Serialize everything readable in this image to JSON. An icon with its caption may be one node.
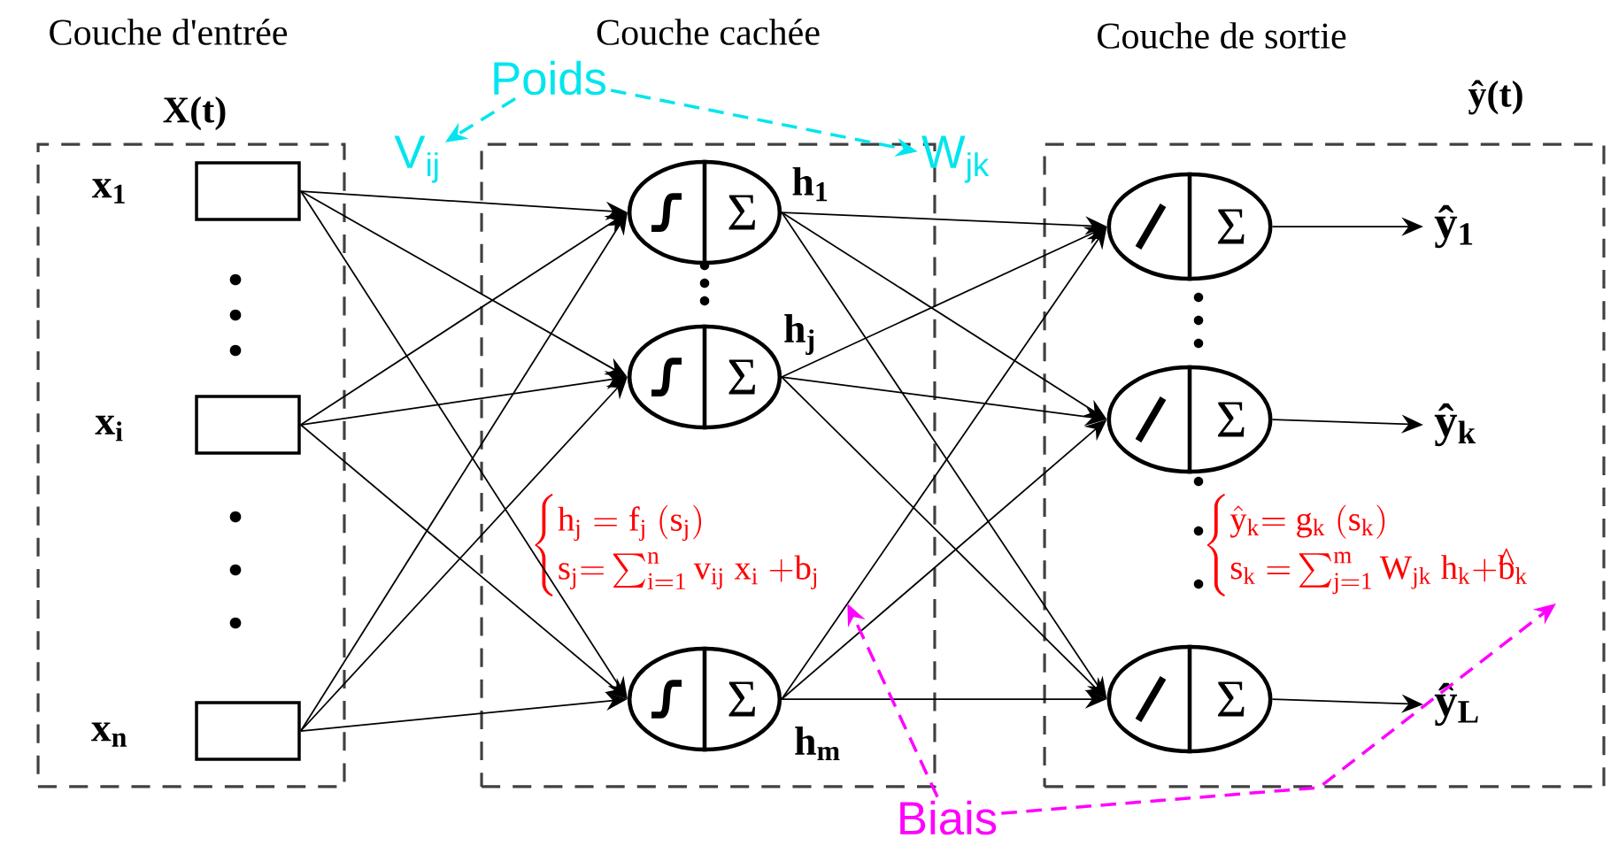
{
  "diagram": {
    "nodes": [
      {
        "text": [
          "Couche d'entrée",
          "X(t)"
        ]
      },
      {
        "text": [
          "Couche cachée"
        ]
      },
      {
        "text": [
          "Couche de sortie",
          "ŷ(t)"
        ]
      },
      {
        "text": [],
        "shape": "box",
        "in": 0,
        "beside": [
          "x$_{1}$"
        ]
      },
      {
        "text": [],
        "shape": "box",
        "in": 0,
        "beside": [
          "x$_{i}$"
        ]
      },
      {
        "text": [],
        "shape": "box",
        "in": 0,
        "beside": [
          "x$_{n}$"
        ]
      },
      {
        "text": [
          "Σ"
        ],
        "in": 1,
        "beside": [
          "h$_{1}$"
        ]
      },
      {
        "text": [
          "Σ"
        ],
        "in": 1,
        "beside": [
          "h$_{j}$"
        ]
      },
      {
        "text": [
          "Σ"
        ],
        "in": 1,
        "beside": [
          "h$_{m}$"
        ]
      },
      {
        "text": [
          "Σ"
        ],
        "in": 2
      },
      {
        "text": [
          "Σ"
        ],
        "in": 2
      },
      {
        "text": [
          "Σ"
        ],
        "in": 2
      },
      {
        "text": [
          "ŷ$_{1}$"
        ],
        "in": 2
      },
      {
        "text": [
          "ŷ$_{k}$"
        ],
        "in": 2
      },
      {
        "text": [
          "ŷ$_{L}$"
        ],
        "in": 2
      },
      {
        "text": [
          "Poids"
        ]
      },
      {
        "text": [
          "V$_{ij}$"
        ]
      },
      {
        "text": [
          "W$_{jk}$"
        ]
      },
      {
        "text": [
          "Biais"
        ]
      },
      {
        "text": [
          "\\begin{cases} \\mathrm{h_j = f_j\\ (s_j)} \\\\ \\mathrm{s_j{=}\\sum_{i=1}^{n} v_{ij}\\ x_i\\ {+}b_j} \\end{cases}"
        ],
        "in": 1
      },
      {
        "text": [
          "\\begin{cases} \\hat{\\mathrm{y}}_\\mathrm{k}{=}\\ \\mathrm{g_k\\ (s_k)} \\\\ \\mathrm{s_k\\ {=}\\sum_{j=1}^{m} W_{jk}\\ h_k{+}\\hat{b}_k} \\end{cases}"
        ],
        "in": 2
      }
    ],
    "edges": [
      {
        "from": 3,
        "to": 6,
        "arrow": "to"
      },
      {
        "from": 3,
        "to": 7,
        "arrow": "to"
      },
      {
        "from": 3,
        "to": 8,
        "arrow": "to"
      },
      {
        "from": 4,
        "to": 6,
        "arrow": "to"
      },
      {
        "from": 4,
        "to": 7,
        "arrow": "to"
      },
      {
        "from": 4,
        "to": 8,
        "arrow": "to"
      },
      {
        "from": 5,
        "to": 6,
        "arrow": "to"
      },
      {
        "from": 5,
        "to": 7,
        "arrow": "to"
      },
      {
        "from": 5,
        "to": 8,
        "arrow": "to"
      },
      {
        "from": 6,
        "to": 9,
        "arrow": "to"
      },
      {
        "from": 6,
        "to": 10,
        "arrow": "to"
      },
      {
        "from": 6,
        "to": 11,
        "arrow": "to"
      },
      {
        "from": 7,
        "to": 9,
        "arrow": "to"
      },
      {
        "from": 7,
        "to": 10,
        "arrow": "to"
      },
      {
        "from": 7,
        "to": 11,
        "arrow": "to"
      },
      {
        "from": 8,
        "to": 9,
        "arrow": "to"
      },
      {
        "from": 8,
        "to": 10,
        "arrow": "to"
      },
      {
        "from": 8,
        "to": 11,
        "arrow": "to"
      },
      {
        "from": 9,
        "to": 12,
        "arrow": "to"
      },
      {
        "from": 10,
        "to": 13,
        "arrow": "to"
      },
      {
        "from": 11,
        "to": 14,
        "arrow": "to"
      },
      {
        "from": 15,
        "to": 16,
        "arrow": "to",
        "style": "dashed",
        "color": "#00e5ee"
      },
      {
        "from": 15,
        "to": 17,
        "arrow": "to",
        "style": "dashed",
        "color": "#00e5ee"
      },
      {
        "from": 18,
        "to": 19,
        "arrow": "to",
        "style": "dashed",
        "color": "#ff00ff"
      },
      {
        "from": 18,
        "to": 20,
        "arrow": "to",
        "style": "dashed",
        "color": "#ff00ff"
      }
    ]
  }
}
